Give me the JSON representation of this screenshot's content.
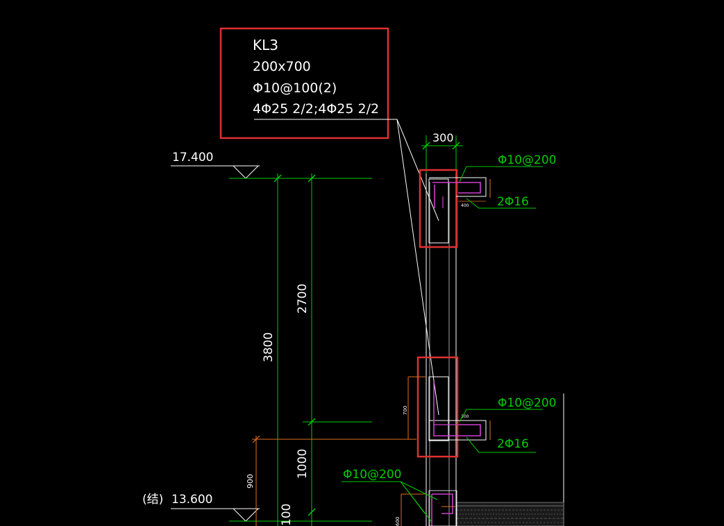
{
  "callout": {
    "beam_name": "KL3",
    "section": "200x700",
    "stirrups": "Φ10@100(2)",
    "longitudinal": "4Φ25 2/2;4Φ25 2/2"
  },
  "elevations": {
    "top": "17.400",
    "bottom_prefix": "(结)",
    "bottom": "13.600"
  },
  "dimensions": {
    "total_height": "3800",
    "upper_segment": "2700",
    "lower_segment": "1000",
    "bottom_segment": "100",
    "left_900": "900",
    "wall_width": "300",
    "beam_depth_small": "700",
    "slab_small": "600",
    "upper_small": "400",
    "lower_small": "300"
  },
  "rebar_labels": {
    "upper_stirrup": "Φ10@200",
    "upper_bars": "2Φ16",
    "lower_stirrup": "Φ10@200",
    "lower_bars": "2Φ16",
    "slab_stirrup": "Φ10@200"
  },
  "colors": {
    "background": "#000000",
    "text_white": "#ffffff",
    "dimension_green": "#00cc00",
    "highlight_red": "#e03030",
    "rebar_magenta": "#d040d0",
    "orange": "#e07020",
    "hatch_gray": "#8a8a8a"
  }
}
